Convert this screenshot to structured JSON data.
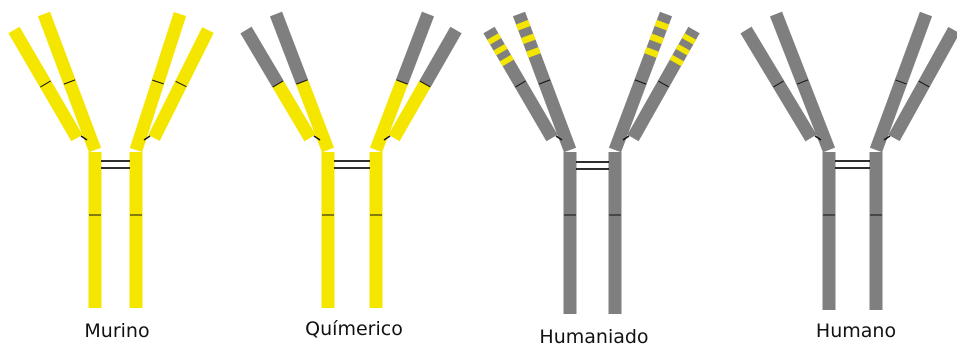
{
  "colors": {
    "murine": "#f5e600",
    "human": "#7f7f7f",
    "line": "#111111",
    "background": "#ffffff"
  },
  "antibodies": [
    {
      "label": "Murino",
      "type": "murine"
    },
    {
      "label": "Químerico",
      "type": "chimeric"
    },
    {
      "label": "Humaniado",
      "type": "humanized"
    },
    {
      "label": "Humano",
      "type": "human"
    }
  ]
}
